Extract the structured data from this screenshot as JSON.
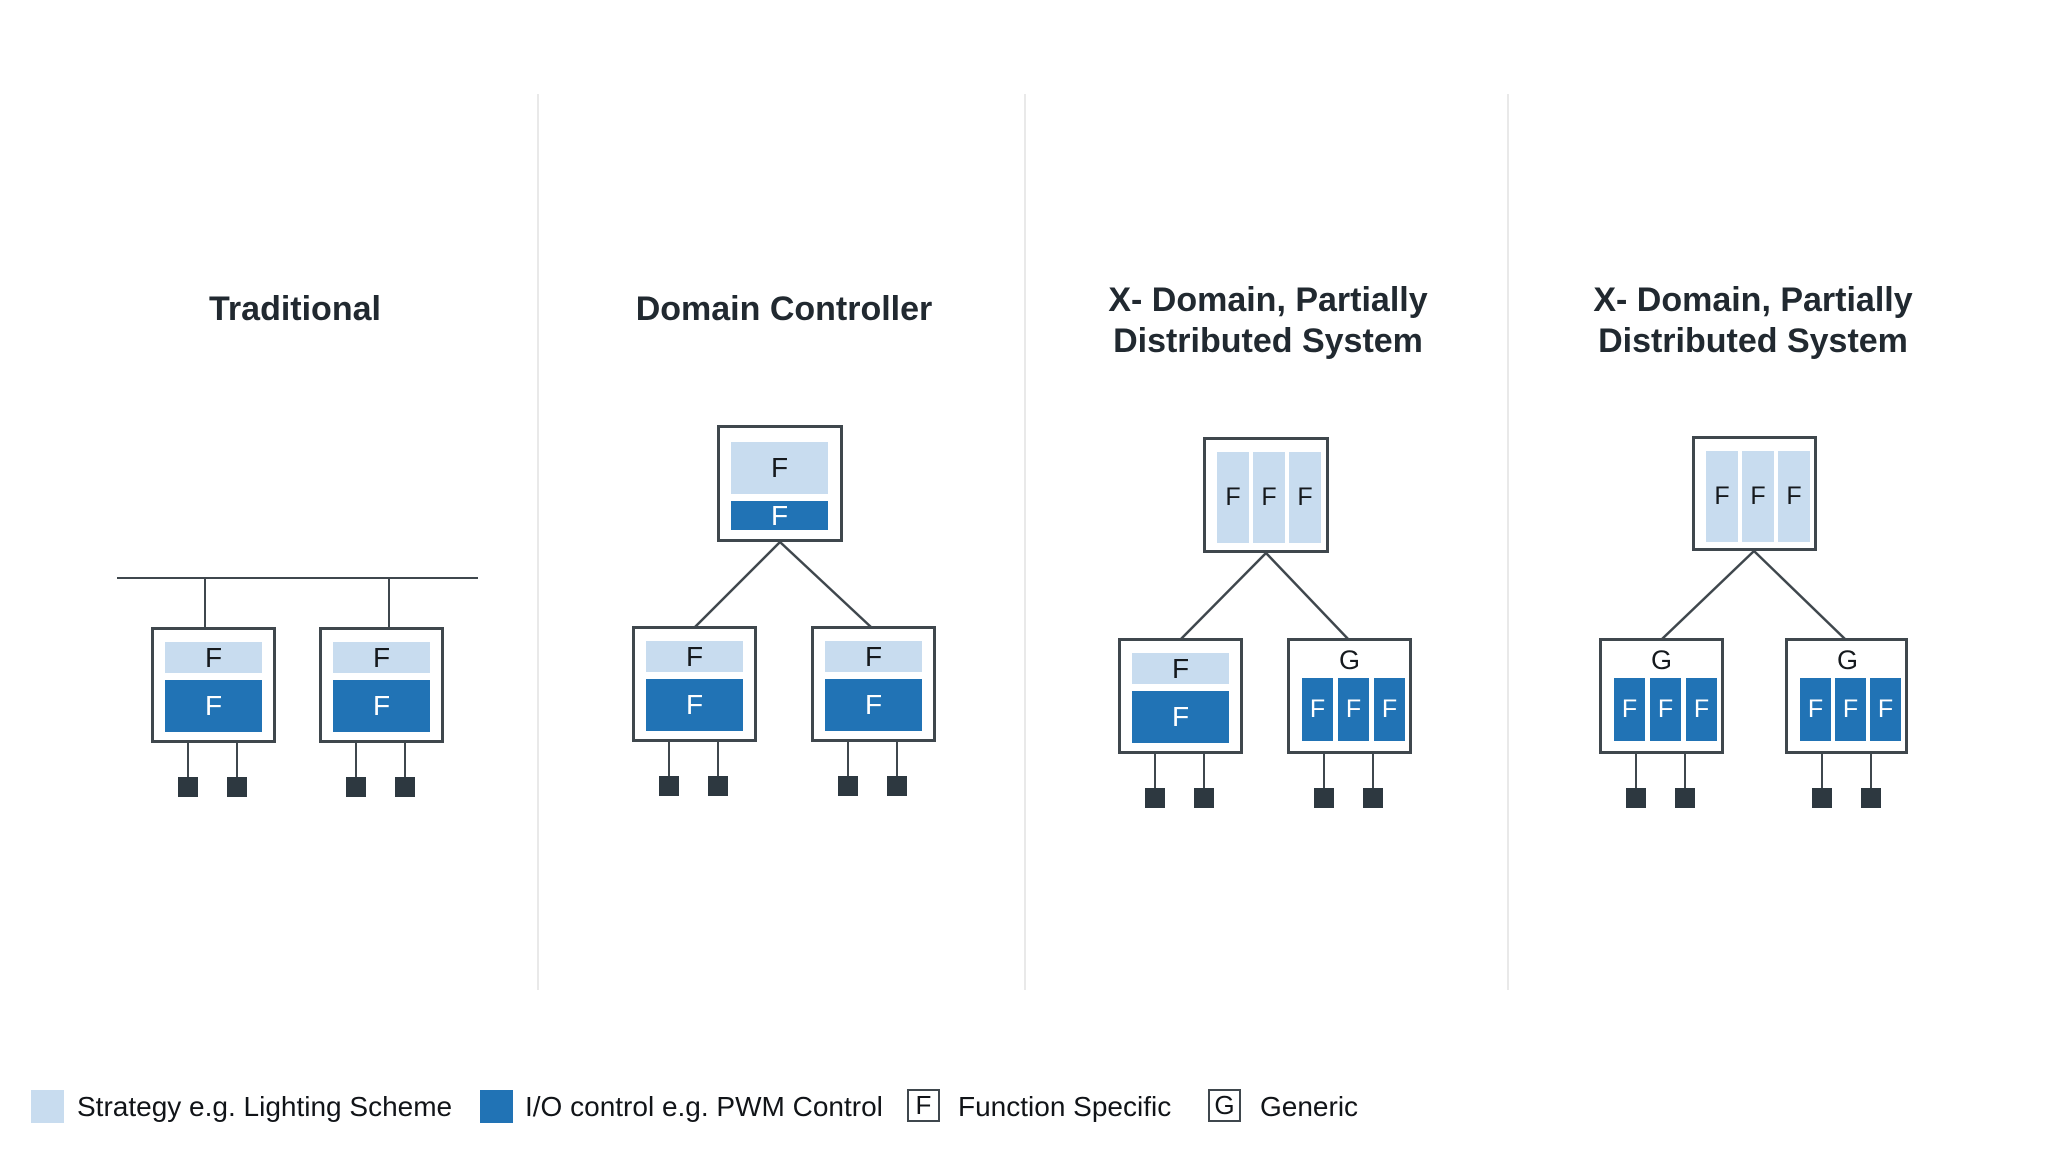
{
  "labels": {
    "function": "F",
    "generic": "G"
  },
  "columns": [
    {
      "title_lines": [
        "Traditional"
      ]
    },
    {
      "title_lines": [
        "Domain Controller"
      ]
    },
    {
      "title_lines": [
        "X- Domain, Partially",
        "Distributed System"
      ]
    },
    {
      "title_lines": [
        "X- Domain, Partially",
        "Distributed System"
      ]
    }
  ],
  "legend": {
    "items": [
      {
        "type": "swatch-light",
        "label": "Strategy e.g. Lighting Scheme"
      },
      {
        "type": "swatch-dark",
        "label": "I/O control e.g. PWM Control"
      },
      {
        "type": "symbol",
        "symbol": "F",
        "label": "Function Specific"
      },
      {
        "type": "symbol",
        "symbol": "G",
        "label": "Generic"
      }
    ]
  },
  "colors": {
    "strategy_blue": "#C8DCEF",
    "io_control_blue": "#2173B5",
    "outline_gray": "#3F474D",
    "connector_square_dark": "#2D3840",
    "divider_gray": "#E9E9E9",
    "title_text": "#212930"
  }
}
